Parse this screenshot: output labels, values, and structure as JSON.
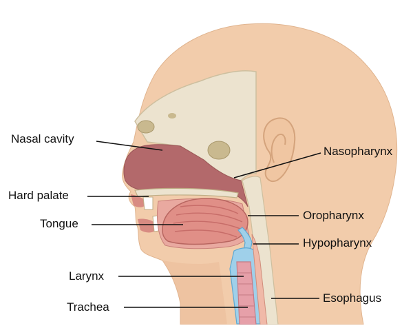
{
  "labels": {
    "nasal_cavity": "Nasal cavity",
    "hard_palate": "Hard palate",
    "tongue": "Tongue",
    "larynx": "Larynx",
    "trachea": "Trachea",
    "nasopharynx": "Nasopharynx",
    "oropharynx": "Oropharynx",
    "hypopharynx": "Hypopharynx",
    "esophagus": "Esophagus"
  },
  "colors": {
    "skin": "#f2ccab",
    "skin_shade": "#e8b995",
    "bone": "#ece3cf",
    "bone_outline": "#cdbf9f",
    "sinus": "#c9b98f",
    "cavity": "#b3696b",
    "cavity_dark": "#8f4a4e",
    "tongue": "#e08f87",
    "tongue_stripe": "#c76d69",
    "mucosa": "#e9a9a0",
    "cartilage": "#9fd0ea",
    "cartilage_dark": "#5ea8d2",
    "trachea": "#e6a0a9",
    "leader_line": "#111111"
  }
}
